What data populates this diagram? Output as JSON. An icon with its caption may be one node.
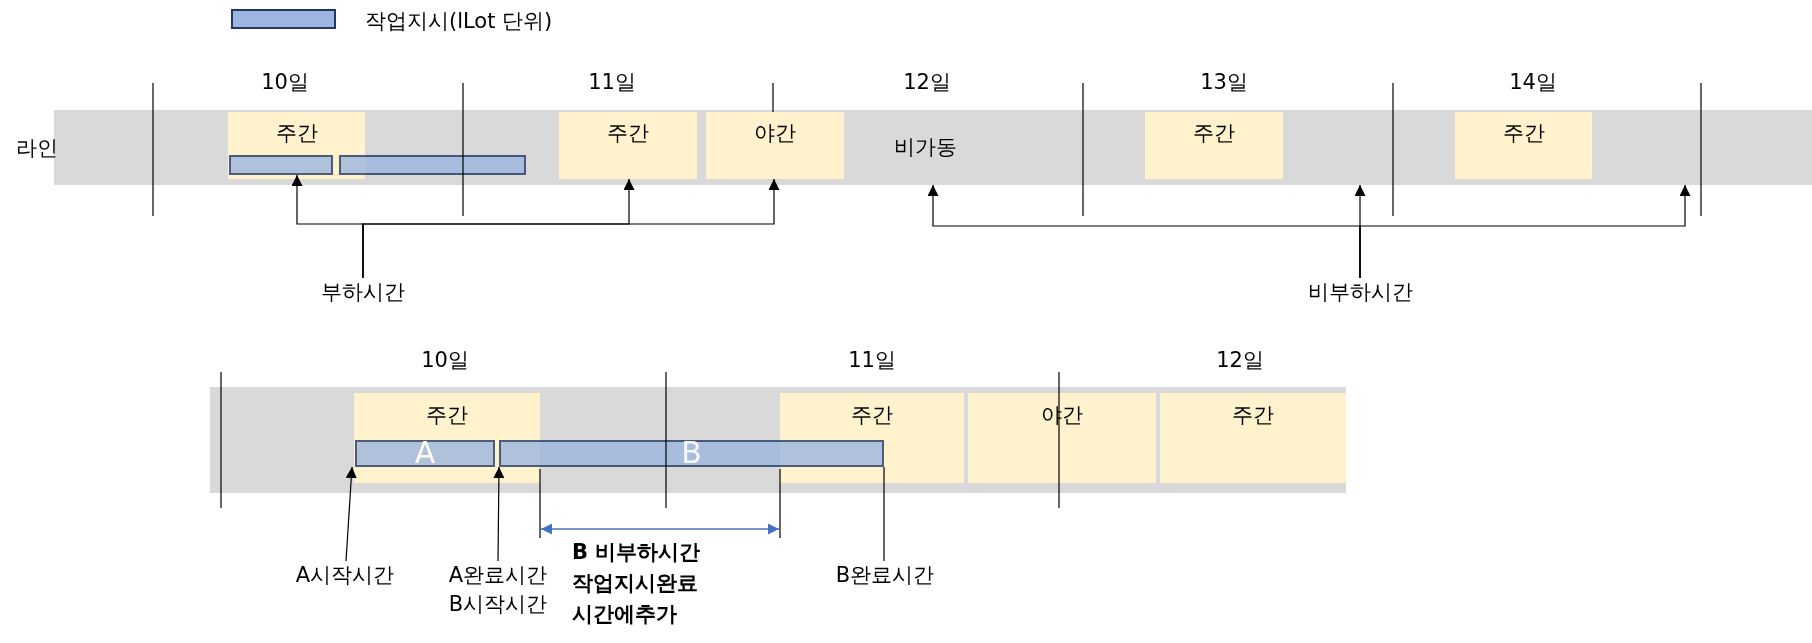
{
  "diagram": {
    "nodes": [
      {
        "text": [
          "라인"
        ]
      },
      {
        "text": [
          "주간"
        ],
        "in": 0
      },
      {
        "text": [],
        "shape": "bar",
        "in": 1
      },
      {
        "text": [],
        "shape": "bar",
        "in": 0
      },
      {
        "text": [
          "주간"
        ],
        "in": 0
      },
      {
        "text": [
          "야간"
        ],
        "in": 0
      },
      {
        "text": [
          "주간"
        ],
        "in": 0
      },
      {
        "text": [
          "주간"
        ],
        "in": 0
      },
      {
        "text": [
          "부하시간"
        ]
      },
      {
        "text": [
          "비부하시간"
        ]
      },
      {
        "text": [],
        "shape": "box"
      },
      {
        "text": [
          "주간"
        ],
        "in": 10
      },
      {
        "text": [
          "A"
        ],
        "in": 11
      },
      {
        "text": [
          "B"
        ],
        "in": 10
      },
      {
        "text": [
          "주간"
        ],
        "in": 10
      },
      {
        "text": [
          "야간"
        ],
        "in": 10
      },
      {
        "text": [
          "주간"
        ],
        "in": 10
      },
      {
        "text": [
          "A시작시간"
        ]
      },
      {
        "text": [
          "A완료시간",
          "B시작시간"
        ]
      },
      {
        "text": [
          "B완료시간"
        ]
      }
    ],
    "edges": [
      {
        "from": 8,
        "to": 2,
        "arrow": "to"
      },
      {
        "from": 8,
        "to": 4,
        "arrow": "to"
      },
      {
        "from": 8,
        "to": 5,
        "arrow": "to"
      },
      {
        "from": 9,
        "to": 0,
        "arrow": "to"
      },
      {
        "from": 9,
        "to": 0,
        "arrow": "to"
      },
      {
        "from": 9,
        "to": 0,
        "arrow": "to"
      },
      {
        "from": 17,
        "to": 12,
        "arrow": "to"
      },
      {
        "from": 18,
        "to": 13,
        "arrow": "to"
      },
      {
        "from": 19,
        "to": 13,
        "arrow": "none"
      }
    ],
    "labels": [
      "10일",
      "11일",
      "12일",
      "13일",
      "14일",
      "비가동",
      "10일",
      "11일",
      "12일",
      "B 비부하시간 작업지시완료 시간에추가"
    ],
    "legend": [
      {
        "text": "작업지시(lLot 단위)",
        "color": "#9db5e0"
      }
    ]
  }
}
